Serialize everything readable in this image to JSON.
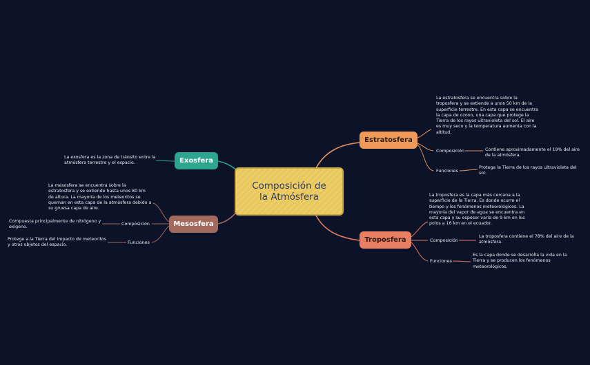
{
  "center": {
    "title": "Composición de la Atmósfera"
  },
  "branches": {
    "estratosfera": {
      "title": "Estratosfera",
      "color": "#f09a5a",
      "description": "La estratosfera se encuentra sobre la troposfera y se extiende a unos 50 km de la superficie terrestre. En esta capa se encuentra la capa de ozono, una capa que protege la Tierra de los rayos ultravioleta del sol. El aire es muy seco y la temperatura aumenta con la altitud.",
      "composicion_label": "Composición",
      "composicion": "Contiene aproximadamente el 19% del aire de la atmósfera.",
      "funciones_label": "Funciones",
      "funciones": "Protege la Tierra de los rayos ultravioleta del sol."
    },
    "troposfera": {
      "title": "Troposfera",
      "color": "#e87e62",
      "description": "La troposfera es la capa más cercana a la superficie de la Tierra. Es donde ocurre el tiempo y los fenómenos meteorológicos. La mayoría del vapor de agua se encuentra en esta capa y su espesor varía de 9 km en los polos a 16 km en el ecuador.",
      "composicion_label": "Composición",
      "composicion": "La troposfera contiene el 78% del aire de la atmósfera.",
      "funciones_label": "Funciones",
      "funciones": "Es la capa donde se desarrolla la vida en la Tierra y se producen los fenómenos meteorológicos."
    },
    "exosfera": {
      "title": "Exosfera",
      "color": "#2ea58f",
      "description": "La exosfera es la zona de tránsito entre la atmósfera terrestre y el espacio."
    },
    "mesosfera": {
      "title": "Mesosfera",
      "color": "#a2695c",
      "description": "La mesosfera se encuentra sobre la estratosfera y se extiende hasta unos 80 km de altura. La mayoría de los meteoritos se queman en esta capa de la atmósfera debido a su gruesa capa de aire.",
      "composicion_label": "Composición",
      "composicion": "Compuesta principalmente de nitrógeno y oxígeno.",
      "funciones_label": "Funciones",
      "funciones": "Protege a la Tierra del impacto de meteoritos y otros objetos del espacio."
    }
  },
  "colors": {
    "background": "#0c1227",
    "center": "#e9c75a",
    "center_text": "#2d3e66",
    "connector_center": "#d4a85a"
  }
}
